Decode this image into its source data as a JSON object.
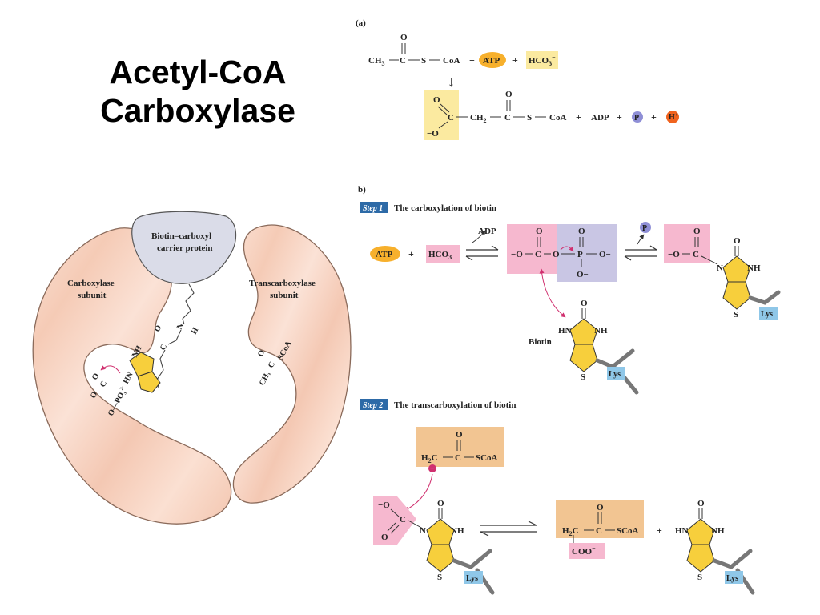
{
  "title": {
    "line1": "Acetyl-CoA",
    "line2": "Carboxylase"
  },
  "colors": {
    "yellow_box": "#fbeaa0",
    "pink_box": "#f6b8cf",
    "lavender_box": "#c9c6e4",
    "tan_box": "#f2c592",
    "atp_orange": "#f7b02c",
    "h_orange": "#f0631e",
    "p_blue": "#8f8fd6",
    "lys_blue": "#8fc7e8",
    "biotin_yellow": "#f7cf3c",
    "enzyme_pink": "#f9d9cc",
    "enzyme_stroke": "#8a6a5a",
    "bccp_gray": "#dadce8",
    "step_blue": "#2d6aa7",
    "arrow_magenta": "#d0306f"
  },
  "panel_a": {
    "label": "(a)",
    "reactant_ch3": "CH",
    "reactant_ch3_sub": "3",
    "o": "O",
    "c": "C",
    "s": "S",
    "coa": "CoA",
    "plus": "+",
    "atp": "ATP",
    "hco3": "HCO",
    "hco3_sub": "3",
    "hco3_sup": "−",
    "arrow": "↓",
    "neg_o": "−O",
    "ch2": "CH",
    "ch2_sub": "2",
    "adp": "ADP",
    "p": "P",
    "h": "H",
    "h_sup": "+"
  },
  "panel_b": {
    "label": "b)",
    "step1_badge": "Step 1",
    "step1_title": "The carboxylation of biotin",
    "step2_badge": "Step 2",
    "step2_title": "The transcarboxylation of biotin",
    "atp": "ATP",
    "plus": "+",
    "hco3": "HCO",
    "hco3_sub": "3",
    "hco3_sup": "−",
    "adp": "ADP",
    "p": "P",
    "neg_o": "−O",
    "o_minus": "O−",
    "o": "O",
    "c": "C",
    "p_atom": "P",
    "s": "S",
    "n": "N",
    "nh": "NH",
    "hn": "HN",
    "lys": "Lys",
    "biotin": "Biotin",
    "h2c": "H",
    "h2c_sub": "2",
    "h2c_c": "C",
    "scoa": "SCoA",
    "coo": "COO",
    "coo_sup": "−",
    "minus": "−"
  },
  "enzyme": {
    "bccp_line1": "Biotin–carboxyl",
    "bccp_line2": "carrier protein",
    "carboxylase_line1": "Carboxylase",
    "carboxylase_line2": "subunit",
    "trans_line1": "Transcarboxylase",
    "trans_line2": "subunit",
    "chain_n": "N",
    "chain_h": "H",
    "chain_c": "C",
    "chain_o": "O",
    "nh_label": "NH",
    "hn_label": "HN",
    "left_o": "O",
    "left_c": "C",
    "left_opo3": "O—PO",
    "left_opo3_sub": "3",
    "left_opo3_sup": "2−",
    "right_ch3": "CH",
    "right_ch3_sub": "3",
    "right_c": "C",
    "right_scoa": "SCoA",
    "right_o": "O"
  }
}
